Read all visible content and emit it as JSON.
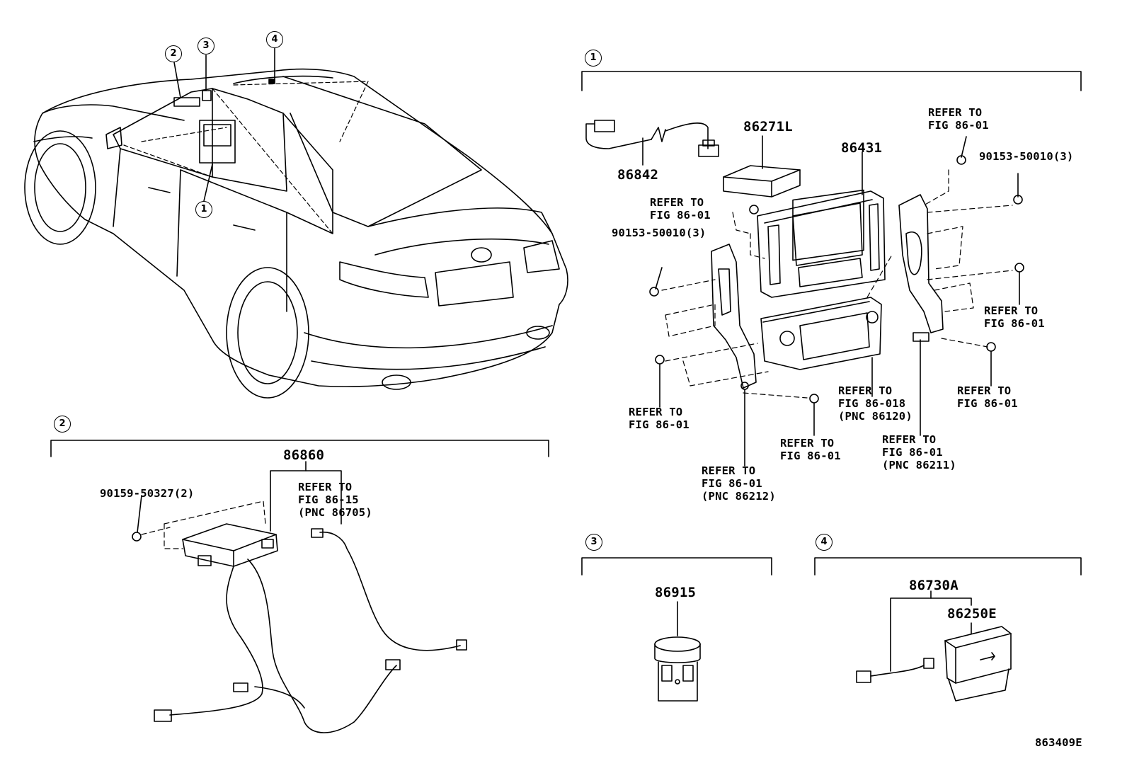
{
  "callouts": {
    "car_1": "1",
    "car_2": "2",
    "car_3": "3",
    "car_4": "4",
    "sec1": "1",
    "sec2": "2",
    "sec3": "3",
    "sec4": "4"
  },
  "section1": {
    "p86842": "86842",
    "p86271l": "86271L",
    "p86431": "86431",
    "refer_tl_1": "REFER TO",
    "refer_tl_2": "FIG 86-01",
    "bolt_tl": "90153-50010(3)",
    "refer_tr_1": "REFER TO",
    "refer_tr_2": "FIG 86-01",
    "bolt_tr": "90153-50010(3)",
    "refer_r_1": "REFER TO",
    "refer_r_2": "FIG 86-01",
    "refer_br_1": "REFER TO",
    "refer_br_2": "FIG 86-01",
    "refer_bl_1": "REFER TO",
    "refer_bl_2": "FIG 86-01",
    "refer_bc_1": "REFER TO",
    "refer_bc_2": "FIG 86-01",
    "refer_86018_1": "REFER TO",
    "refer_86018_2": "FIG 86-018",
    "refer_86018_3": "(PNC 86120)",
    "refer_86211_1": "REFER TO",
    "refer_86211_2": "FIG 86-01",
    "refer_86211_3": "(PNC 86211)",
    "refer_86212_1": "REFER TO",
    "refer_86212_2": "FIG 86-01",
    "refer_86212_3": "(PNC 86212)"
  },
  "section2": {
    "p86860": "86860",
    "bolt": "90159-50327(2)",
    "refer_1": "REFER TO",
    "refer_2": "FIG 86-15",
    "refer_3": "(PNC 86705)"
  },
  "section3": {
    "p86915": "86915"
  },
  "section4": {
    "p86730a": "86730A",
    "p86250e": "86250E"
  },
  "figure_id": "863409E"
}
